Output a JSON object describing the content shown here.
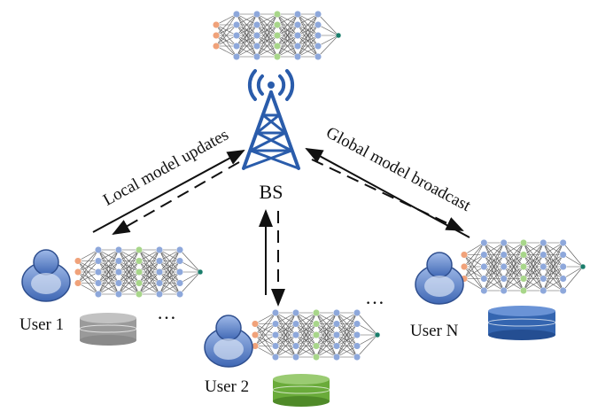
{
  "labels": {
    "bs": "BS",
    "local_updates": "Local model updates",
    "global_broadcast": "Global model broadcast",
    "user1": "User 1",
    "user2": "User 2",
    "userN": "User N",
    "ellipsis": "…"
  },
  "colors": {
    "tower": "#2a5cab",
    "input_node": "#f0a27a",
    "hidden_node": "#8ea8db",
    "green_node": "#a8d68a",
    "output_node": "#1a7d6b",
    "db_user1": "#9a9a9a",
    "db_user2": "#6aab3a",
    "db_userN": "#3465b0",
    "avatar": "#6c8fd0"
  },
  "icons": [
    "neural-network-icon",
    "tower-icon",
    "user-avatar-icon",
    "database-icon"
  ]
}
